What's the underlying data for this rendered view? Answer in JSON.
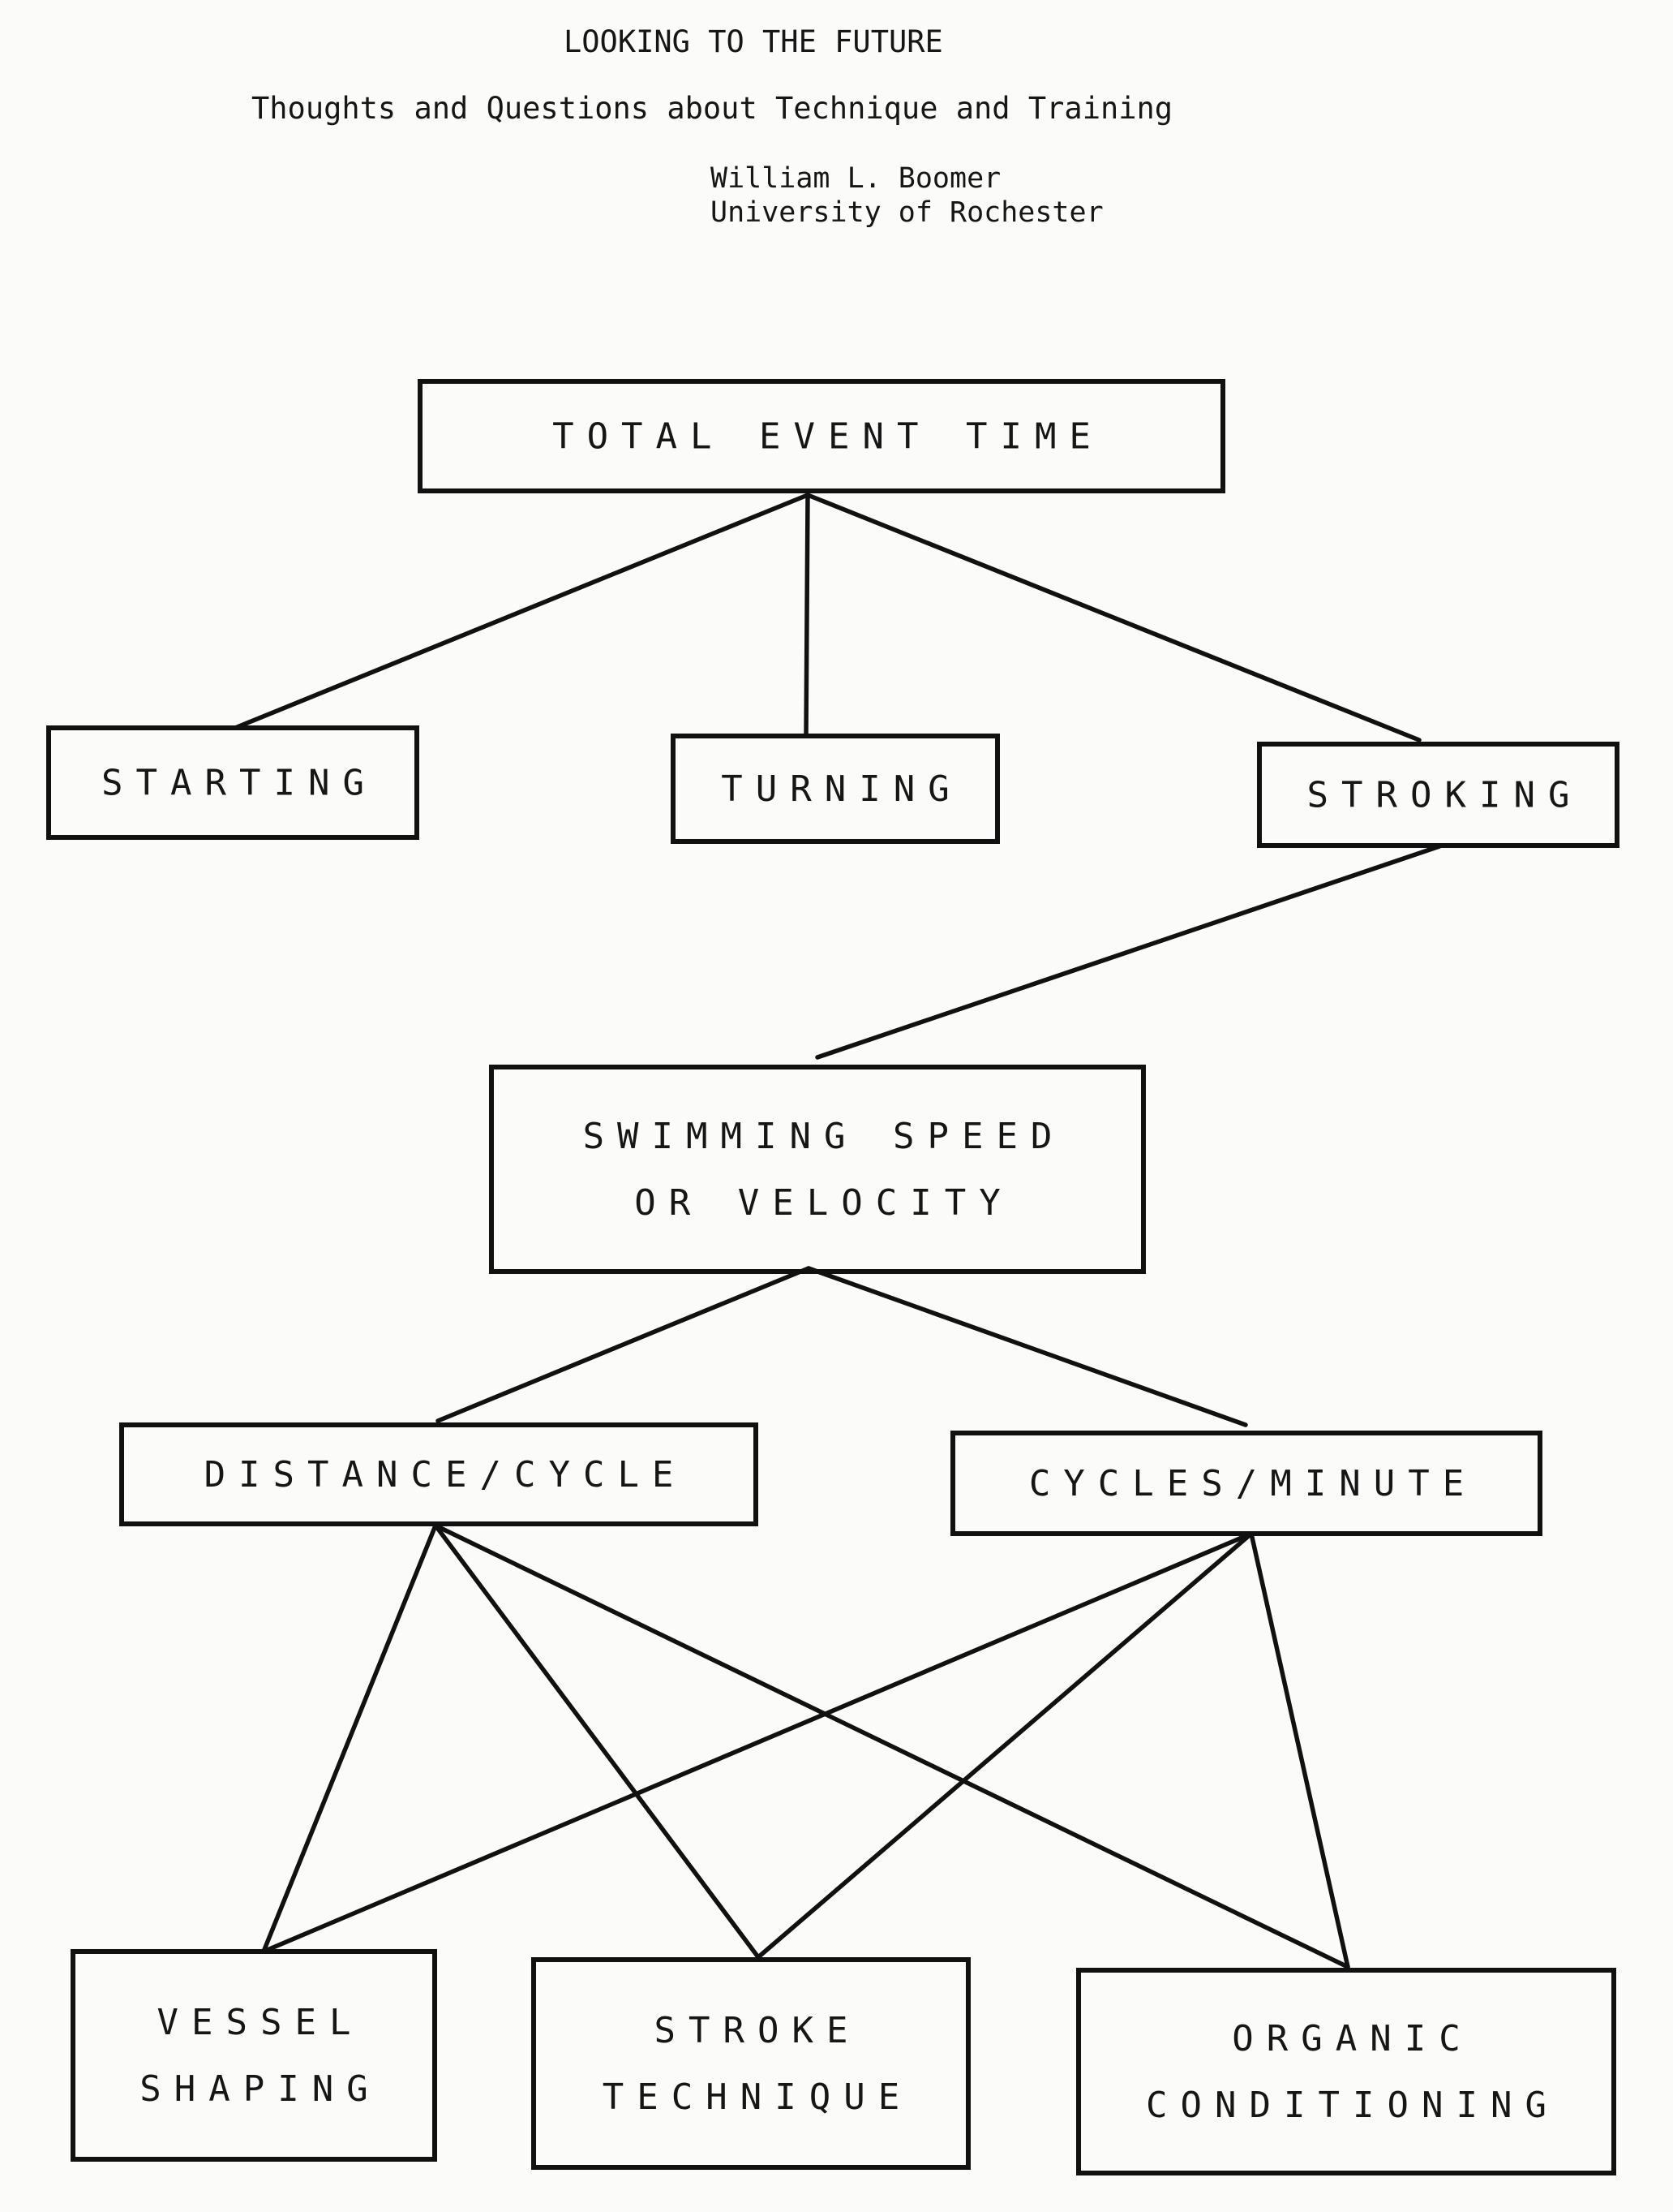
{
  "header": {
    "title": "LOOKING TO THE FUTURE",
    "subtitle": "Thoughts and Questions about Technique and Training",
    "author": "William L. Boomer",
    "affiliation": "University of Rochester"
  },
  "diagram": {
    "nodes": {
      "total_event_time": [
        "TOTAL  EVENT  TIME"
      ],
      "starting": [
        "STARTING"
      ],
      "turning": [
        "TURNING"
      ],
      "stroking": [
        "STROKING"
      ],
      "swimming_speed": [
        "SWIMMING  SPEED",
        "OR  VELOCITY"
      ],
      "distance_cycle": [
        "DISTANCE/CYCLE"
      ],
      "cycles_minute": [
        "CYCLES/MINUTE"
      ],
      "vessel_shaping": [
        "VESSEL",
        "SHAPING"
      ],
      "stroke_technique": [
        "STROKE",
        "TECHNIQUE"
      ],
      "organic_conditioning": [
        "ORGANIC",
        "CONDITIONING"
      ]
    },
    "edges": [
      [
        "total_event_time",
        "starting"
      ],
      [
        "total_event_time",
        "turning"
      ],
      [
        "total_event_time",
        "stroking"
      ],
      [
        "stroking",
        "swimming_speed"
      ],
      [
        "swimming_speed",
        "distance_cycle"
      ],
      [
        "swimming_speed",
        "cycles_minute"
      ],
      [
        "distance_cycle",
        "vessel_shaping"
      ],
      [
        "distance_cycle",
        "stroke_technique"
      ],
      [
        "distance_cycle",
        "organic_conditioning"
      ],
      [
        "cycles_minute",
        "vessel_shaping"
      ],
      [
        "cycles_minute",
        "stroke_technique"
      ],
      [
        "cycles_minute",
        "organic_conditioning"
      ]
    ]
  }
}
